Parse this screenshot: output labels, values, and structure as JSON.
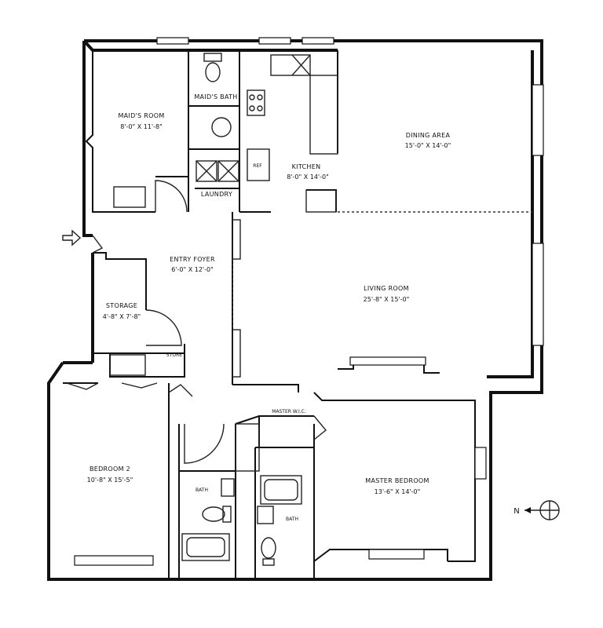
{
  "rooms": {
    "maids_room": {
      "name": "MAID'S ROOM",
      "dim": "8'-0\" X 11'-8\""
    },
    "maids_bath": {
      "name": "MAID'S BATH"
    },
    "laundry": {
      "name": "LAUNDRY"
    },
    "ref": {
      "name": "REF"
    },
    "kitchen": {
      "name": "KITCHEN",
      "dim": "8'-0\" X 14'-0\""
    },
    "dining": {
      "name": "DINING AREA",
      "dim": "15'-0\" X 14'-0\""
    },
    "entry": {
      "name": "ENTRY FOYER",
      "dim": "6'-0\" X 12'-0\""
    },
    "storage": {
      "name": "STORAGE",
      "dim": "4'-8\" X 7'-8\""
    },
    "living": {
      "name": "LIVING ROOM",
      "dim": "25'-8\" X 15'-0\""
    },
    "bedroom2": {
      "name": "BEDROOM 2",
      "dim": "10'-8\" X 15'-5\""
    },
    "bath1": {
      "name": "BATH"
    },
    "bath2": {
      "name": "BATH"
    },
    "master_wic": {
      "name": "MASTER W.I.C."
    },
    "master_bedroom": {
      "name": "MASTER BEDROOM",
      "dim": "13'-6\" X 14'-0\""
    },
    "store": {
      "name": "STORE"
    }
  },
  "compass": {
    "label": "N"
  }
}
